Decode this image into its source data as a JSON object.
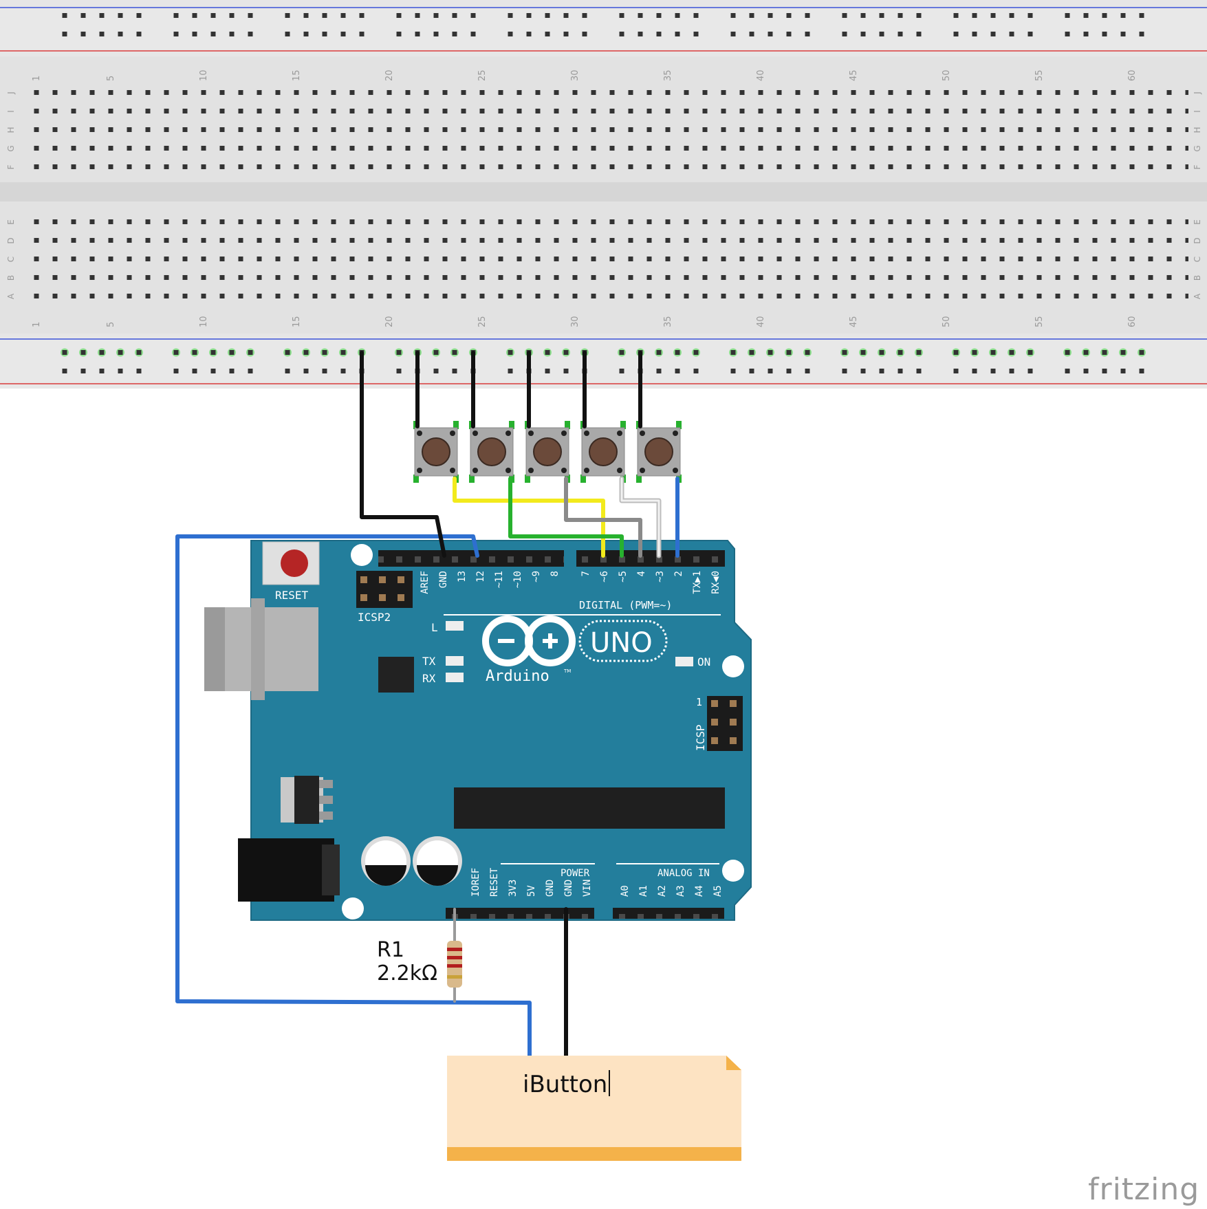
{
  "colors": {
    "board": "#237E9C",
    "breadboard": "#E6E6E6",
    "rail_blue": "#3A52D8",
    "rail_red": "#D93A3A",
    "wire_black": "#111111",
    "wire_blue": "#2E6FD0",
    "wire_yellow": "#F2EA1C",
    "wire_green": "#27B12E",
    "wire_gray": "#8A8A8A",
    "wire_white": "#F2F2F2",
    "note": "#FDE3C2",
    "note_bar": "#F4B24A"
  },
  "breadboard": {
    "column_numbers": [
      "1",
      "5",
      "10",
      "15",
      "20",
      "25",
      "30",
      "35",
      "40",
      "45",
      "50",
      "55",
      "60"
    ],
    "rows_top": [
      "J",
      "I",
      "H",
      "G",
      "F"
    ],
    "rows_bottom": [
      "E",
      "D",
      "C",
      "B",
      "A"
    ]
  },
  "arduino": {
    "reset_label": "RESET",
    "icsp2_label": "ICSP2",
    "icsp_label": "ICSP",
    "icsp_pin1": "1",
    "led_l": "L",
    "led_tx": "TX",
    "led_rx": "RX",
    "on_label": "ON",
    "brand": "Arduino",
    "brand_tm": "TM",
    "model": "UNO",
    "digital_label": "DIGITAL (PWM=~)",
    "power_label": "POWER",
    "analog_label": "ANALOG IN",
    "digital_pins_left": [
      "AREF",
      "GND",
      "13",
      "12",
      "~11",
      "~10",
      "~9",
      "8"
    ],
    "digital_pins_right": [
      "7",
      "~6",
      "~5",
      "4",
      "~3",
      "2",
      "TX▶1",
      "RX◀0"
    ],
    "power_pins": [
      "IOREF",
      "RESET",
      "3V3",
      "5V",
      "GND",
      "GND",
      "VIN"
    ],
    "analog_pins": [
      "A0",
      "A1",
      "A2",
      "A3",
      "A4",
      "A5"
    ]
  },
  "resistor": {
    "ref": "R1",
    "value": "2.2kΩ"
  },
  "note": {
    "text": "iButton"
  },
  "watermark": "fritzing"
}
